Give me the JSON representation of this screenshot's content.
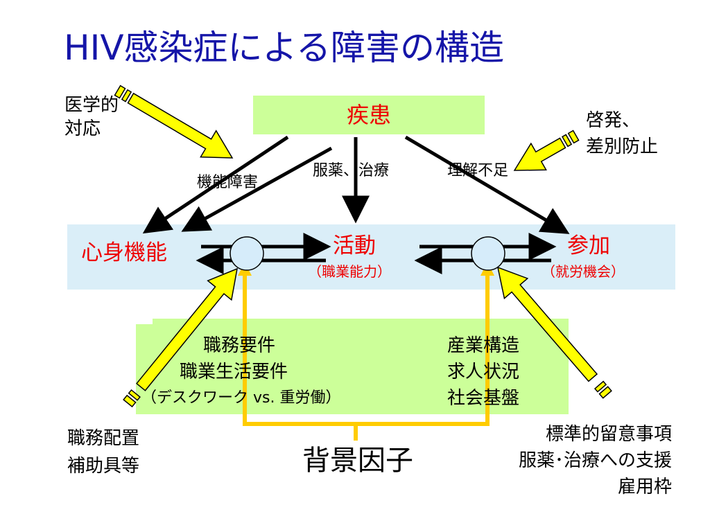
{
  "title": "HIV感染症による障害の構造",
  "nodes": {
    "disease": "疾患",
    "body_function": "心身機能",
    "activity": "活動",
    "activity_sub": "（職業能力）",
    "participation": "参加",
    "participation_sub": "（就労機会）",
    "background": "背景因子"
  },
  "relations": {
    "impairment": "機能障害",
    "medication": "服薬、治療",
    "misunderstanding": "理解不足"
  },
  "background_left": {
    "line1": "職務要件",
    "line2": "職業生活要件",
    "line3": "（デスクワーク vs. 重労働）"
  },
  "background_right": {
    "line1": "産業構造",
    "line2": "求人状況",
    "line3": "社会基盤"
  },
  "interventions": {
    "medical": [
      "医学的",
      "対応"
    ],
    "awareness": [
      "啓発、",
      "差別防止"
    ],
    "placement": [
      "職務配置",
      "補助具等"
    ],
    "support": [
      "標準的留意事項",
      "服薬･治療への支援",
      "雇用枠"
    ]
  },
  "colors": {
    "title": "#1515a8",
    "node_text": "#ee0000",
    "disease_box": "#ccff99",
    "function_band": "#daeef8",
    "background_box": "#ccff99",
    "arrow_fill": "#ffff00",
    "connector": "#ffcc00"
  }
}
